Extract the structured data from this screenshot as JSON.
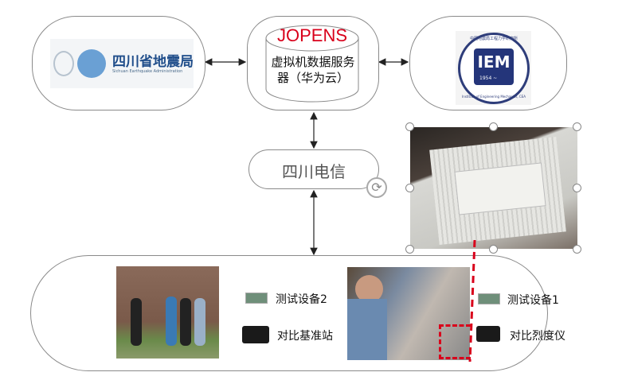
{
  "left_org": {
    "name_cn": "四川省地震局",
    "name_en": "Sichuan Earthquake Administration"
  },
  "server": {
    "brand": "JOPENS",
    "label": "虚拟机数据服务器（华为云）",
    "brand_color": "#d9001b"
  },
  "right_org": {
    "abbr": "IEM",
    "year": "1954 ~",
    "ring_cn": "中国地震局工程力学研究所",
    "ring_en": "Institute of Engineering Mechanics, CEA"
  },
  "isp": {
    "label": "四川电信"
  },
  "site2": {
    "device_label": "测试设备2",
    "reference_label": "对比基准站"
  },
  "site1": {
    "device_label": "测试设备1",
    "reference_label": "对比烈度仪"
  },
  "colors": {
    "highlight": "#d9001b",
    "border": "#8a8a8a"
  }
}
